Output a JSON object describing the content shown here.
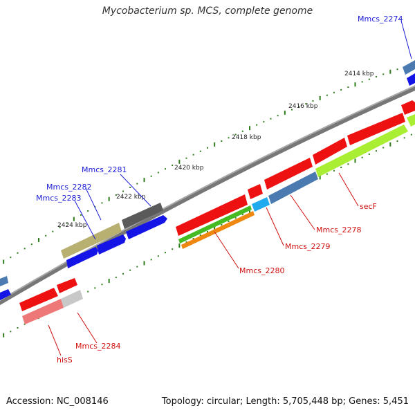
{
  "title": "Mycobacterium sp. MCS, complete genome",
  "footer": {
    "accession": "Accession: NC_008146",
    "summary": "Topology: circular; Length: 5,705,448 bp; Genes: 5,451"
  },
  "colors": {
    "backbone": "#888888",
    "tick": "#2e7d1a",
    "label_blue": "#1a1ad6",
    "label_red": "#d01010",
    "red": "#ee1111",
    "blue": "#1414e6",
    "olive": "#b8b070",
    "darkgray": "#5a5a5a",
    "steelblue": "#4a7ab0",
    "cyan": "#22aaee",
    "green": "#44bb22",
    "orange": "#ee8811",
    "lime": "#aaee33",
    "pink": "#ee7777",
    "lightgray": "#c8c8c8"
  },
  "kbp_labels": [
    {
      "id": "k2414",
      "text": "2414 kbp"
    },
    {
      "id": "k2416",
      "text": "2416 kbp"
    },
    {
      "id": "k2418",
      "text": "2418 kbp"
    },
    {
      "id": "k2420",
      "text": "2420 kbp"
    },
    {
      "id": "k2422",
      "text": "2422 kbp"
    },
    {
      "id": "k2424",
      "text": "2424 kbp"
    }
  ],
  "gene_labels": [
    {
      "id": "Mmcs_2274",
      "text": "Mmcs_2274",
      "strand": "forward"
    },
    {
      "id": "Mmcs_2281",
      "text": "Mmcs_2281",
      "strand": "forward"
    },
    {
      "id": "Mmcs_2282",
      "text": "Mmcs_2282",
      "strand": "forward"
    },
    {
      "id": "Mmcs_2283",
      "text": "Mmcs_2283",
      "strand": "forward"
    },
    {
      "id": "secF",
      "text": "secF",
      "strand": "reverse"
    },
    {
      "id": "Mmcs_2278",
      "text": "Mmcs_2278",
      "strand": "reverse"
    },
    {
      "id": "Mmcs_2279",
      "text": "Mmcs_2279",
      "strand": "reverse"
    },
    {
      "id": "Mmcs_2280",
      "text": "Mmcs_2280",
      "strand": "reverse"
    },
    {
      "id": "Mmcs_2284",
      "text": "Mmcs_2284",
      "strand": "reverse"
    },
    {
      "id": "hisS",
      "text": "hisS",
      "strand": "reverse"
    }
  ]
}
